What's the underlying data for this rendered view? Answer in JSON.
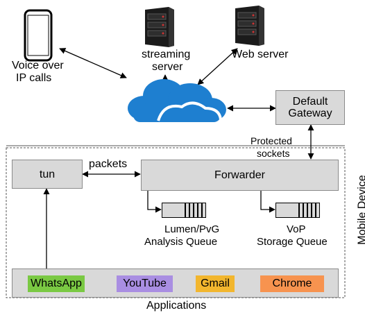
{
  "labels": {
    "voip_line1": "Voice over",
    "voip_line2": "IP calls",
    "streaming_line1": "streaming",
    "streaming_line2": "server",
    "web_server": "Web server",
    "gateway_line1": "Default",
    "gateway_line2": "Gateway",
    "protected_line1": "Protected",
    "protected_line2": "sockets",
    "mobile_device": "Mobile Device",
    "tun": "tun",
    "packets": "packets",
    "forwarder": "Forwarder",
    "lumen_line1": "Lumen/PvG",
    "lumen_line2": "Analysis Queue",
    "vop_line1": "VoP",
    "vop_line2": "Storage Queue",
    "applications": "Applications"
  },
  "apps": [
    {
      "label": "WhatsApp",
      "color": "#7ac943"
    },
    {
      "label": "YouTube",
      "color": "#a98ee2"
    },
    {
      "label": "Gmail",
      "color": "#f2b62e"
    },
    {
      "label": "Chrome",
      "color": "#f7934f"
    }
  ],
  "icons": {
    "phone": "smartphone-icon",
    "server": "server-rack-icon",
    "cloud": "cloud-icon",
    "queue": "queue-icon"
  },
  "colors": {
    "box_fill": "#d9d9d9",
    "cloud_fill": "#1e7fd0",
    "server_fill": "#1b1b1b"
  }
}
